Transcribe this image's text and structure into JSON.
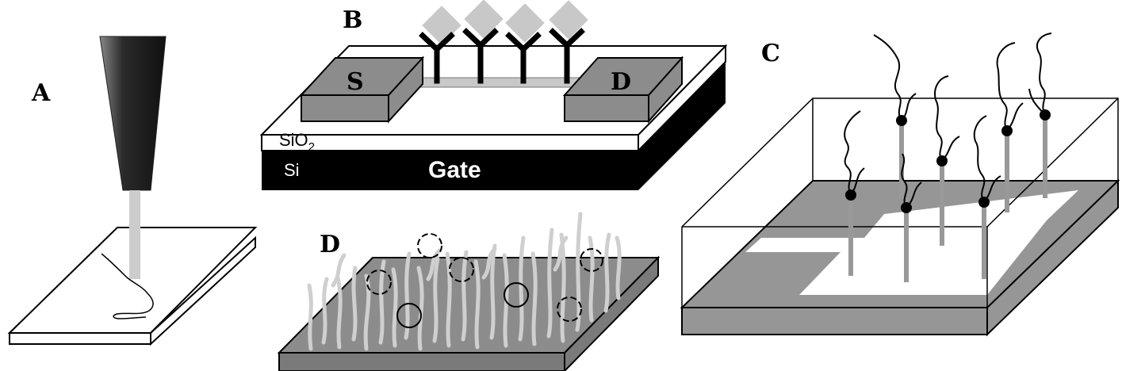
{
  "panels": {
    "a": {
      "letter": "A"
    },
    "b": {
      "letter": "B",
      "source_label": "S",
      "drain_label": "D",
      "oxide_label": "SiO",
      "oxide_subscript": "2",
      "substrate_label": "Si",
      "gate_label": "Gate"
    },
    "c": {
      "letter": "C"
    },
    "d": {
      "letter": "D"
    }
  },
  "colors": {
    "ink": "#000000",
    "electrode": "#8c8c8c",
    "substrate_gray": "#969696",
    "light_gray": "#c8c8c8",
    "nanowire": "#bdbdbd"
  }
}
